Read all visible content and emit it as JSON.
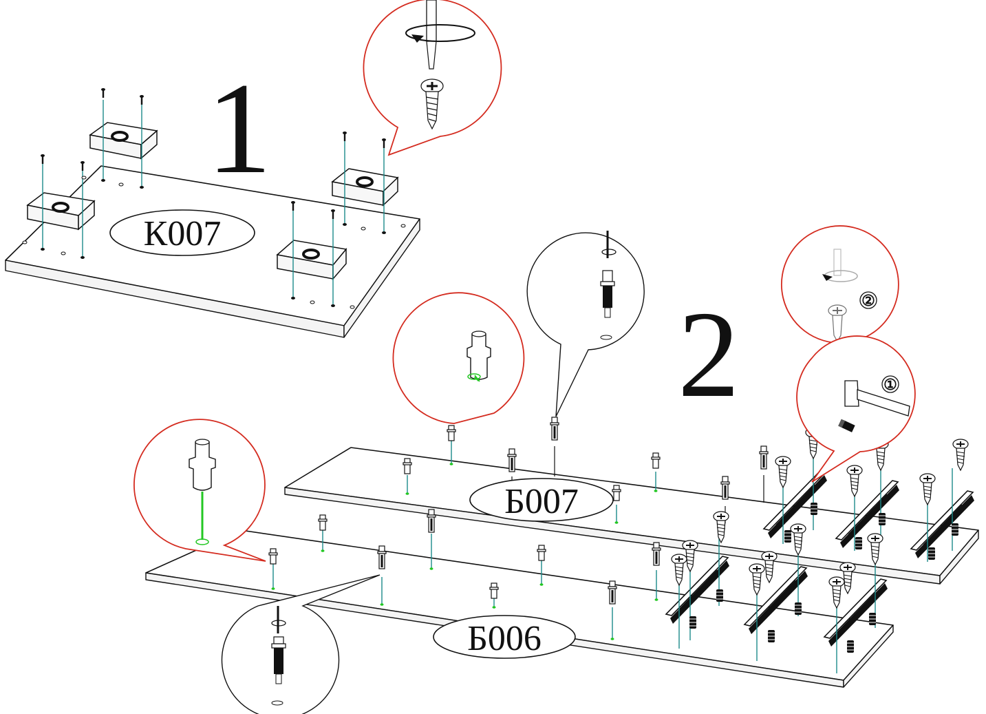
{
  "steps": [
    {
      "number": "1",
      "part_label": "К007"
    },
    {
      "number": "2",
      "part_labels": [
        "Б007",
        "Б006"
      ]
    }
  ],
  "callouts": {
    "hammer_step": "①",
    "screw_step": "②"
  },
  "colors": {
    "callout_red": "#d42b1f",
    "guide_teal": "#1b8a8a",
    "guide_green": "#22c722",
    "line_black": "#111111"
  },
  "icons": [
    "screwdriver-icon",
    "screw-icon",
    "dowel-icon",
    "cam-bolt-icon",
    "hammer-icon",
    "drawer-runner-icon",
    "euro-screw-icon"
  ]
}
